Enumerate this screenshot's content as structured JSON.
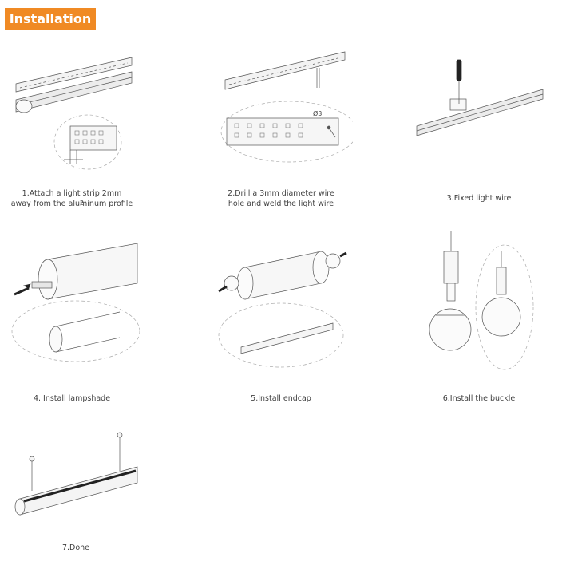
{
  "header": {
    "title": "Installation"
  },
  "steps": [
    {
      "caption": "1.Attach a light strip 2mm\naway from the aluminum profile",
      "dimension": "2"
    },
    {
      "caption": "2.Drill a 3mm diameter wire\nhole and weld the light wire",
      "dimension": "Ø3"
    },
    {
      "caption": "3.Fixed light wire"
    },
    {
      "caption": "4. Install lampshade"
    },
    {
      "caption": "5.Install endcap"
    },
    {
      "caption": "6.Install the buckle"
    },
    {
      "caption": "7.Done"
    }
  ]
}
